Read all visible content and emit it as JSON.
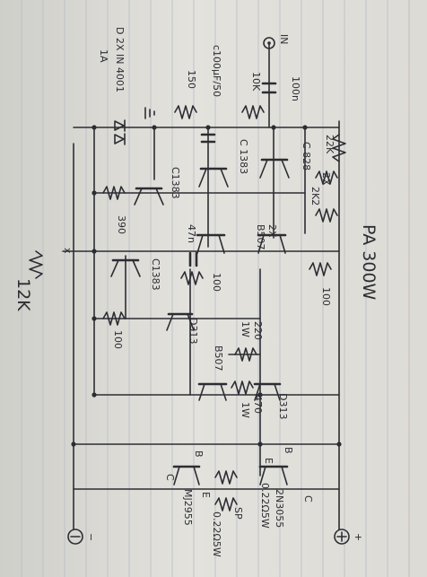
{
  "title": "PA 300W",
  "terminals": {
    "input": "IN",
    "positive": "+",
    "negative": "−"
  },
  "components": {
    "c_in": "100n",
    "r_in": "10K",
    "r_22k": "22K",
    "c_100u": "c100μF/50",
    "r_150": "150",
    "diodes": "D 2X IN 4001",
    "diodes_current": "1A",
    "r_2x2k2_a": "2X",
    "r_2x2k2_b": "2K2",
    "q_c828": "C 828",
    "q_c1383_a": "C 1383",
    "q_c1383_b": "C1383",
    "q_c1383_c": "C1383",
    "q_2xb507_a": "2X",
    "q_2xb507_b": "B507",
    "r_390": "390",
    "c_47n": "47n",
    "r_100_a": "100",
    "r_100_b": "100",
    "r_100_c": "100",
    "q_d313_a": "D313",
    "q_b507": "B507",
    "r_220_a": "220",
    "r_220_b": "1W",
    "r_470_a": "470",
    "r_470_b": "1W",
    "q_d313_b": "D313",
    "r_12k": "12K",
    "q_2n3055": "2N3055",
    "r_022_a": "0.22Ω5W",
    "r_022_b": "0.22Ω5W",
    "speaker": "SP",
    "q_mj2955": "MJ2955",
    "pin_b1": "B",
    "pin_b2": "B",
    "pin_c1": "C",
    "pin_c2": "C",
    "pin_e1": "E",
    "pin_e2": "E",
    "mark_x": "x"
  }
}
